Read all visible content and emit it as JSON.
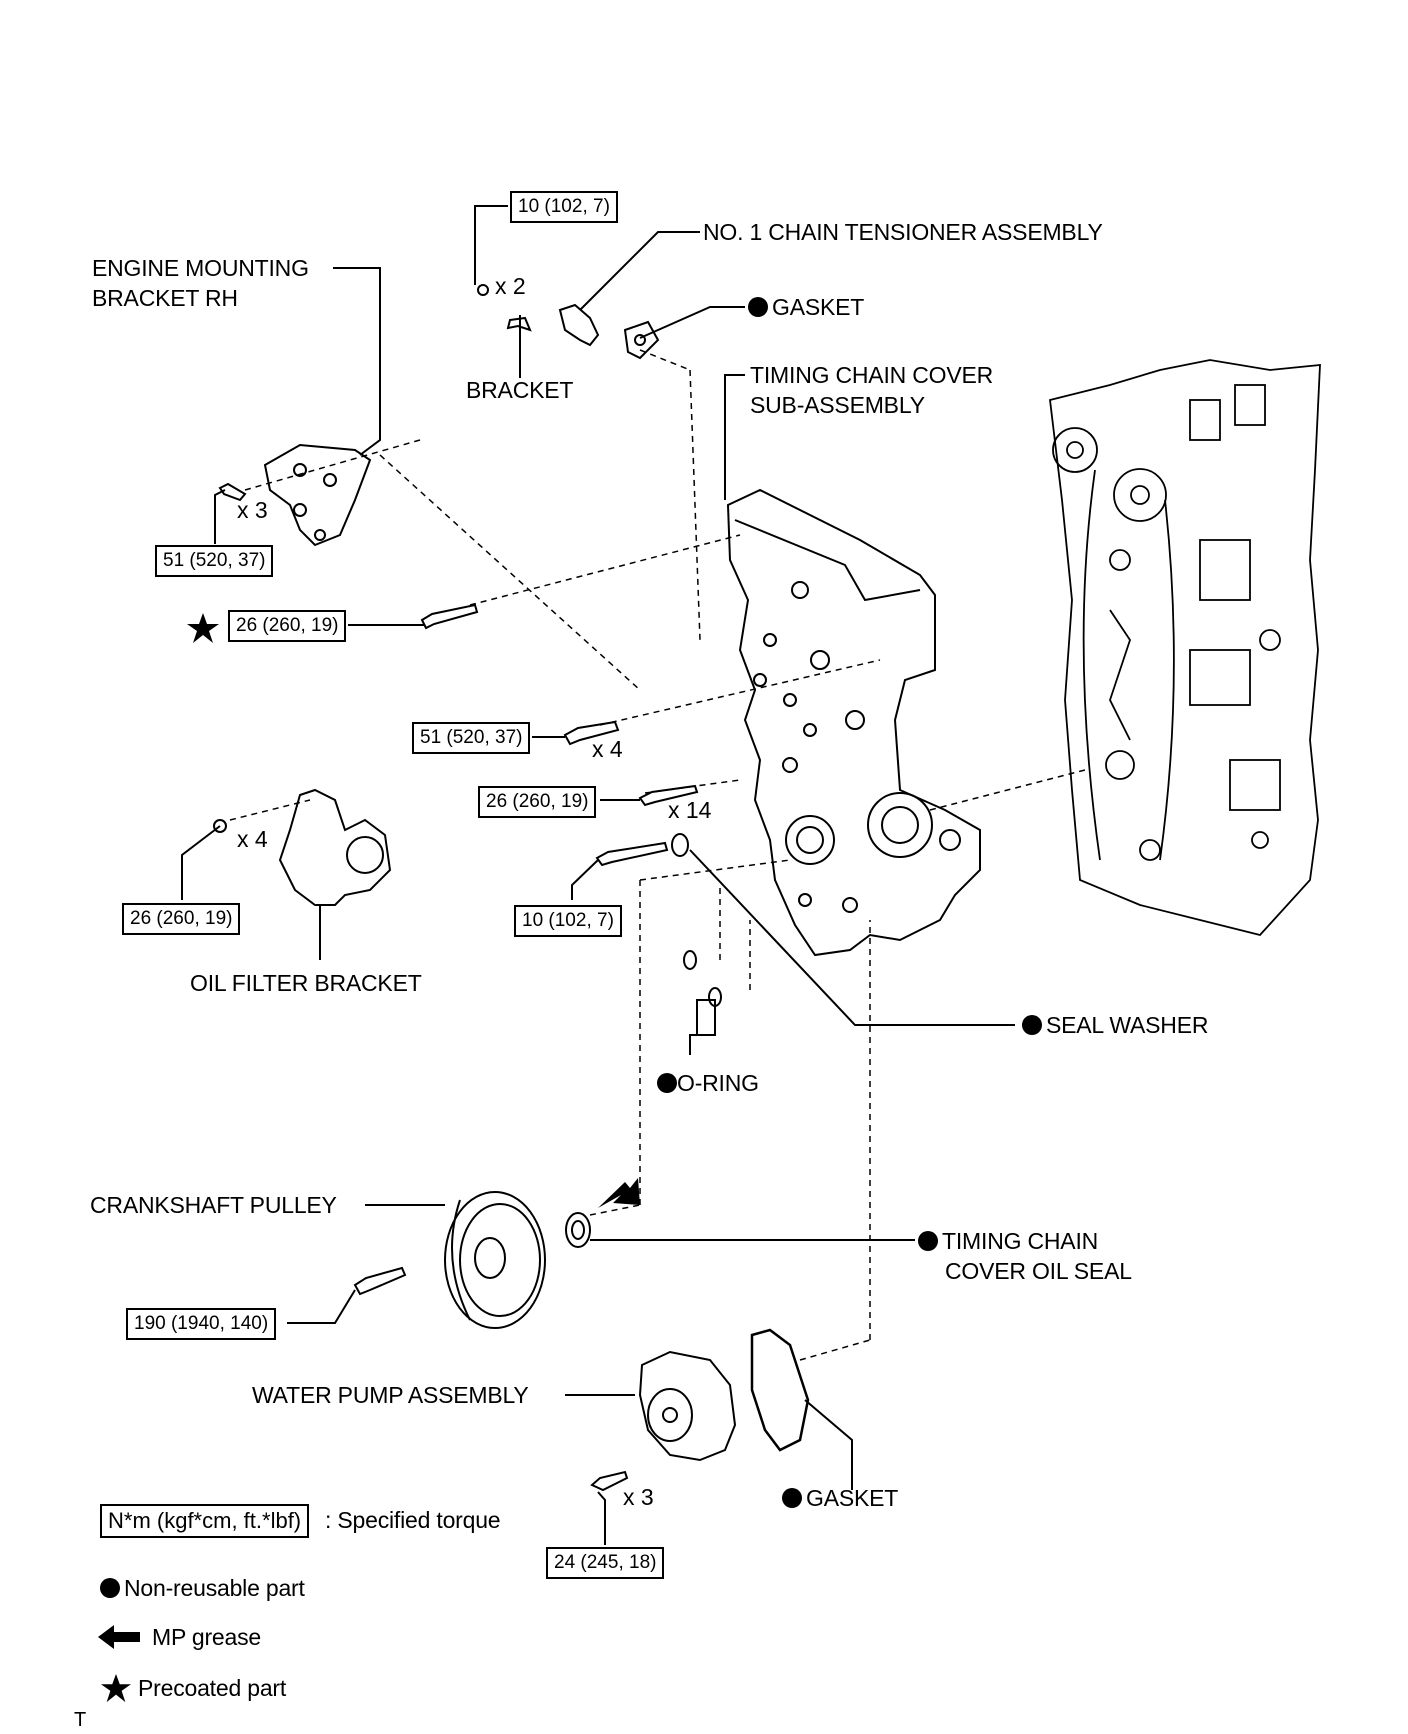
{
  "labels": {
    "engine_mounting_bracket_rh_1": "ENGINE MOUNTING",
    "engine_mounting_bracket_rh_2": "BRACKET RH",
    "no1_chain_tensioner": "NO. 1 CHAIN TENSIONER ASSEMBLY",
    "gasket_top": "GASKET",
    "bracket": "BRACKET",
    "timing_chain_cover_1": "TIMING CHAIN COVER",
    "timing_chain_cover_2": "SUB-ASSEMBLY",
    "oil_filter_bracket": "OIL FILTER BRACKET",
    "seal_washer": "SEAL WASHER",
    "o_ring": "O-RING",
    "crankshaft_pulley": "CRANKSHAFT PULLEY",
    "timing_chain_cover_oil_seal_1": "TIMING CHAIN",
    "timing_chain_cover_oil_seal_2": "COVER OIL SEAL",
    "water_pump_assembly": "WATER PUMP ASSEMBLY",
    "gasket_bottom": "GASKET"
  },
  "torques": {
    "tensioner_bracket_bolt": "10 (102, 7)",
    "mount_bracket_bolt": "51 (520, 37)",
    "stud_bolt": "26 (260, 19)",
    "cover_bolt_x4": "51 (520, 37)",
    "cover_bolt_x14": "26 (260, 19)",
    "oil_filter_bracket_bolt": "26 (260, 19)",
    "cover_long_bolt": "10 (102, 7)",
    "crankshaft_pulley_bolt": "190 (1940, 140)",
    "water_pump_bolt": "24 (245, 18)"
  },
  "quantities": {
    "x2": "x 2",
    "x3_mount": "x 3",
    "x4_cover": "x 4",
    "x14": "x 14",
    "x4_filter": "x 4",
    "x3_pump": "x 3"
  },
  "legend": {
    "torque_box": "N*m (kgf*cm, ft.*lbf)",
    "torque_text": ": Specified torque",
    "non_reusable": "Non-reusable part",
    "mp_grease": "MP grease",
    "precoated": "Precoated part"
  },
  "footer_mark": "T"
}
